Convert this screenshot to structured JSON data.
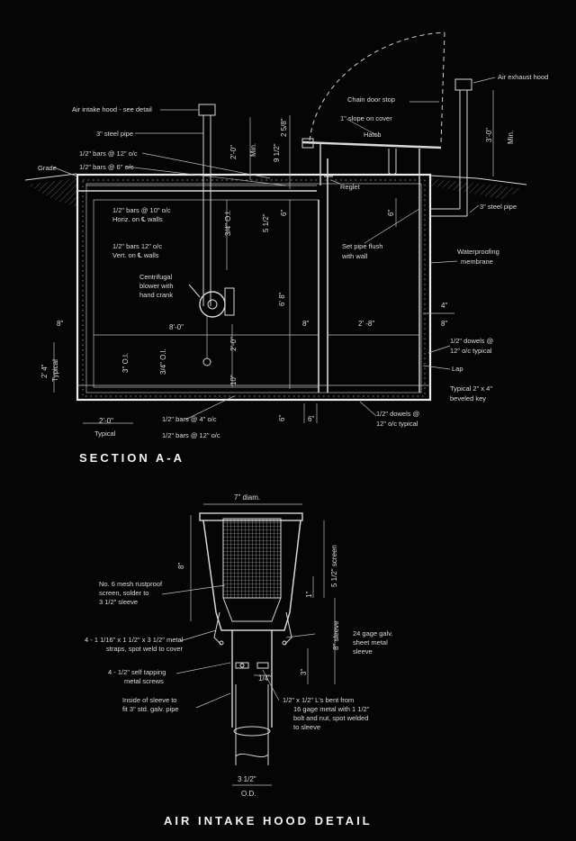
{
  "titles": {
    "section": "SECTION A-A",
    "hood": "AIR INTAKE HOOD DETAIL"
  },
  "section_labels": {
    "air_intake_hood": "Air intake hood - see detail",
    "steel_pipe_3": "3\" steel pipe",
    "bars_12": "1/2\" bars @ 12\" o/c",
    "bars_6": "1/2\" bars @ 6\" o/c",
    "grade": "Grade",
    "bars_10_a": "1/2\" bars @ 10\" o/c",
    "bars_10_b": "Horiz. on ℄ walls",
    "bars_12v_a": "1/2\" bars 12\" o/c",
    "bars_12v_b": "Vert. on ℄ walls",
    "blower_a": "Centrifugal",
    "blower_b": "blower with",
    "blower_c": "hand crank",
    "chain_door_stop": "Chain door stop",
    "air_exhaust_hood": "Air exhaust hood",
    "slope_cover": "1\" slope on cover",
    "hatch": "Hatch",
    "reglet": "Reglet",
    "steel_pipe_3r": "3\" steel pipe",
    "set_pipe_a": "Set pipe flush",
    "set_pipe_b": "with wall",
    "waterproof_a": "Waterproofing",
    "waterproof_b": "membrane",
    "dowels_a": "1/2\" dowels @",
    "dowels_b": "12\" o/c typical",
    "lap": "Lap",
    "key_a": "Typical 2\" x 4\"",
    "key_b": "beveled key",
    "dowels2_a": "1/2\" dowels @",
    "dowels2_b": "12\" o/c typical",
    "bars_4": "1/2\" bars @ 4\" o/c",
    "bars_12b": "1/2\" bars @ 12\" o/c",
    "typical": "Typical"
  },
  "section_dims": {
    "d_2_0_min": "2'-0\"",
    "min": "Min.",
    "d_2_5_8": "2 5/8\"",
    "d_9_1_2": "9 1/2\"",
    "d_3_0_min": "3'-0\"",
    "min2": "Min.",
    "d_3_4_ol": "3/4\" O.l.",
    "d_5_1_2": "5 1/2\"",
    "d_6a": "6\"",
    "d_6_8": "6' 8\"",
    "d_6b": "6\"",
    "d_8a": "8\"",
    "d_8_0": "8'-0\"",
    "d_8b": "8\"",
    "d_2_8": "2' -8\"",
    "d_8c": "8\"",
    "d_4": "4\"",
    "d_2_0b": "2'-0\"",
    "d_2_4": "2' 4\"",
    "typical_v": "Typical",
    "d_3_ol": "3\" O.l.",
    "d_3_4_ol2": "3/4\" O.l.",
    "d_10": "10\"",
    "d_2_0c": "2'-0\"",
    "d_6c": "6\"",
    "d_6d": "6\""
  },
  "hood_labels": {
    "diam": "7\" diam.",
    "d_8": "8\"",
    "screen_5_1_2": "5 1/2\" screen",
    "d_1": "1\"",
    "mesh_a": "No. 6 mesh rustproof",
    "mesh_b": "screen, solder to",
    "mesh_c": "3 1/2\" sleeve",
    "straps_a": "4 - 1 1/16\" x 1 1/2\" x 3 1/2\" metal",
    "straps_b": "straps, spot weld to cover",
    "sleeve_8": "8\" sleeve",
    "gage_a": "24 gage galv.",
    "gage_b": "sheet metal",
    "gage_c": "sleeve",
    "screws_a": "4 - 1/2\" self tapping",
    "screws_b": "metal screws",
    "d_3": "3\"",
    "inside_a": "Inside of sleeve to",
    "inside_b": "fit 3\" std. galv. pipe",
    "d_1_4": "1/4\"",
    "ls_a": "1/2\" x 1/2\" L's bent from",
    "ls_b": "16 gage metal with 1 1/2\"",
    "ls_c": "bolt and nut, spot welded",
    "ls_d": "to sleeve",
    "od_a": "3 1/2\"",
    "od_b": "O.D."
  }
}
